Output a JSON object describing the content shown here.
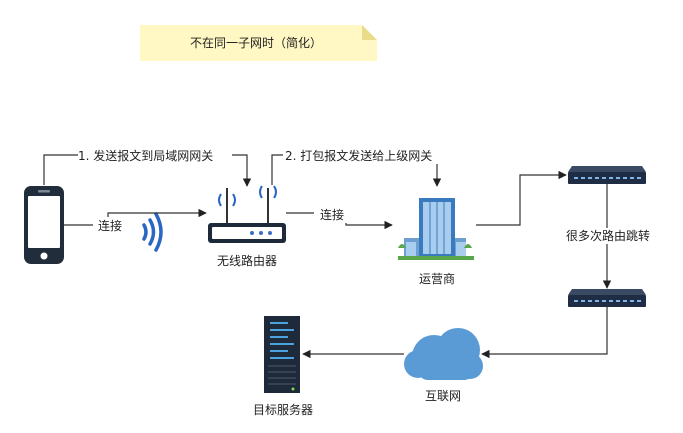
{
  "note": {
    "text": "不在同一子网时（简化）",
    "color": "#fff8c4"
  },
  "nodes": {
    "phone": {
      "icon": "smartphone-icon"
    },
    "router": {
      "label": "无线路由器",
      "icon": "wireless-router-icon"
    },
    "isp": {
      "label": "运营商",
      "icon": "office-building-icon"
    },
    "switch_top": {
      "icon": "network-switch-icon"
    },
    "switch_bottom": {
      "icon": "network-switch-icon"
    },
    "internet": {
      "label": "互联网",
      "icon": "cloud-icon"
    },
    "server": {
      "label": "目标服务器",
      "icon": "server-rack-icon"
    }
  },
  "edges": {
    "phone_router": {
      "label": "连接"
    },
    "router_isp": {
      "label": "连接"
    },
    "hop": {
      "label": "很多次路由跳转"
    },
    "step1": {
      "label": "1. 发送报文到局域网网关"
    },
    "step2": {
      "label": "2. 打包报文发送给上级网关"
    }
  },
  "colors": {
    "line": "#333333",
    "device": "#1e2a3a",
    "cloud": "#5b9bd5",
    "wifi": "#2b66c4",
    "building": "#3a7bbf"
  }
}
